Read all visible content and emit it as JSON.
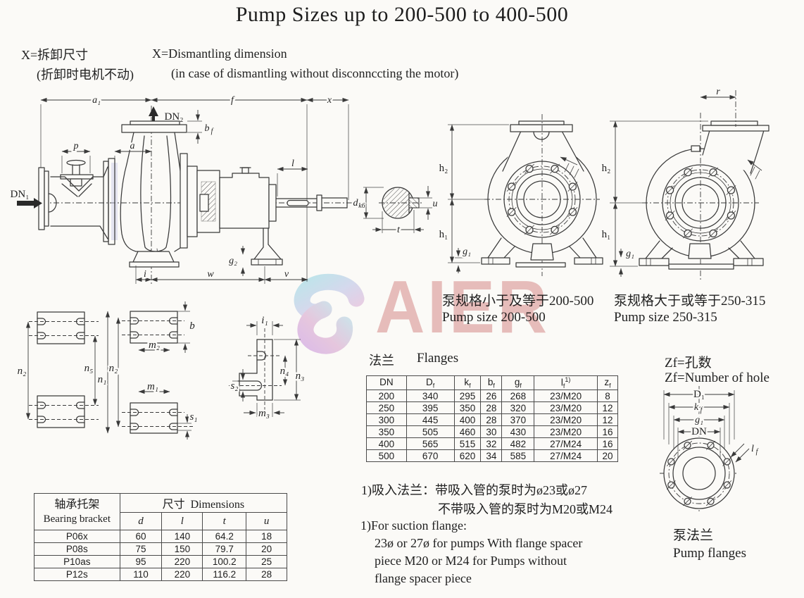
{
  "title": "Pump Sizes up to 200-500 to 400-500",
  "legend": {
    "zh1": "X=拆卸尺寸",
    "zh2": "(折卸时电机不动)",
    "en1": "X=Dismantling dimension",
    "en2": "(in case of dismantling without disconnccting the motor)"
  },
  "watermark": {
    "text": "AIER"
  },
  "side_view": {
    "a1": "a₁",
    "f": "f",
    "x": "x",
    "dn2": "DN₂",
    "bf_main": "b",
    "bf_sub": "f",
    "p": "p",
    "a": "a",
    "l": "l",
    "dn1": "DN₁",
    "g2": "g₂",
    "i": "i",
    "w": "w",
    "v": "v"
  },
  "shaft_section": {
    "d_main": "d",
    "d_sub": "k6",
    "u": "u",
    "t": "t"
  },
  "end_view1": {
    "h2": "h₂",
    "h1": "h₁",
    "g1": "g₁",
    "caption_zh": "泵规格小于及等于200-500",
    "caption_en": "Pump size 200-500"
  },
  "end_view2": {
    "r": "r",
    "h2": "h₂",
    "h1": "h₁",
    "g1": "g₁",
    "caption_zh": "泵规格大于或等于250-315",
    "caption_en": "Pump size 250-315"
  },
  "base_blocks": {
    "n2_left": "n₂",
    "n5": "n₅",
    "n1": "n₁",
    "n2_right": "n₂",
    "b": "b",
    "m2": "m₂",
    "m1": "m₁",
    "s1": "s₁"
  },
  "bracket_view": {
    "i1": "i₁",
    "s2": "s₂",
    "n4": "n₄",
    "n3": "n₃",
    "m3": "m₃"
  },
  "flange_section": {
    "heading_zh": "法兰",
    "heading_en": "Flanges",
    "columns": [
      {
        "main": "DN"
      },
      {
        "main": "D",
        "sub": "f"
      },
      {
        "main": "k",
        "sub": "f"
      },
      {
        "main": "b",
        "sub": "f"
      },
      {
        "main": "g",
        "sub": "f"
      },
      {
        "main": "l",
        "sub": "f",
        "sup": "1)"
      },
      {
        "main": "z",
        "sub": "f"
      }
    ],
    "rows": [
      [
        "200",
        "340",
        "295",
        "26",
        "268",
        "23/M20",
        "8"
      ],
      [
        "250",
        "395",
        "350",
        "28",
        "320",
        "23/M20",
        "12"
      ],
      [
        "300",
        "445",
        "400",
        "28",
        "370",
        "23/M20",
        "12"
      ],
      [
        "350",
        "505",
        "460",
        "30",
        "430",
        "23/M20",
        "16"
      ],
      [
        "400",
        "565",
        "515",
        "32",
        "482",
        "27/M24",
        "16"
      ],
      [
        "500",
        "670",
        "620",
        "34",
        "585",
        "27/M24",
        "20"
      ]
    ]
  },
  "flange_drawing": {
    "zf_zh": "Zf=孔数",
    "zf_en": "Zf=Number of hole",
    "d1": "D₁",
    "kf_main": "k",
    "kf_sub": "f",
    "g1": "g₁",
    "dn": "DN",
    "lf_main": "l",
    "lf_sub": "f",
    "caption_zh": "泵法兰",
    "caption_en": "Pump flanges"
  },
  "notes": {
    "zh1": "1)吸入法兰：带吸入管的泵时为ø23或ø27",
    "zh2": "不带吸入管的泵时为M20或M24",
    "en1": "1)For suction flange:",
    "en2": "23ø or 27ø for pumps With flange spacer",
    "en3": "piece M20 or M24 for Pumps without",
    "en4": "flange spacer piece"
  },
  "bearing_table": {
    "header_zh": "轴承托架",
    "header_en": "Bearing bracket",
    "dims_zh": "尺寸",
    "dims_en": "Dimensions",
    "columns": [
      "d",
      "l",
      "t",
      "u"
    ],
    "rows": [
      {
        "model": "P06x",
        "d": "60",
        "l": "140",
        "t": "64.2",
        "u": "18"
      },
      {
        "model": "P08s",
        "d": "75",
        "l": "150",
        "t": "79.7",
        "u": "20"
      },
      {
        "model": "P10as",
        "d": "95",
        "l": "220",
        "t": "100.2",
        "u": "25"
      },
      {
        "model": "P12s",
        "d": "110",
        "l": "220",
        "t": "116.2",
        "u": "28"
      }
    ]
  }
}
